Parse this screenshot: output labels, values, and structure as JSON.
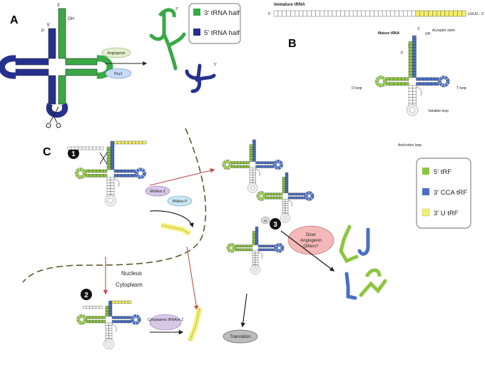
{
  "panels": {
    "a": "A",
    "b": "B",
    "c": "C"
  },
  "colors": {
    "green": "#8cc63f",
    "green_dark": "#3aa846",
    "navy": "#26308f",
    "blue": "#4a6fc4",
    "yellow": "#f5f06a",
    "white": "#ffffff",
    "stroke": "#333333",
    "angiogenin_fill": "#e3f0cc",
    "rny1_fill": "#c9daf8",
    "tRNAseZ_fill": "#d8c8e8",
    "rnaseP_fill": "#c9e6f4",
    "dicer_fill": "#f5b8b8",
    "translation_fill": "#bdbdbd"
  },
  "panel_a": {
    "label_3prime": "3'",
    "label_5prime": "5'",
    "label_oh": "OH",
    "label_p": "P",
    "enzyme_1": "Angiogenin",
    "enzyme_2": "Rny1",
    "legend": [
      {
        "label": "3' tRNA half",
        "color": "#3aa846"
      },
      {
        "label": "5' tRNA half",
        "color": "#26308f"
      }
    ]
  },
  "panel_b": {
    "immature_title": "Immature tRNA",
    "immature_5": "5'",
    "immature_3": "UUUU - 3'",
    "mature_title": "Mature tRNA",
    "label_3prime": "3'",
    "label_5prime": "5'",
    "label_oh": "OH",
    "label_p": "P",
    "acceptor_stem": "Acceptor stem",
    "d_loop": "D loop",
    "t_loop": "T loop",
    "variable_loop": "Variable loop",
    "anticodon_loop": "Anticodon loop"
  },
  "panel_c": {
    "step_1": "1",
    "step_2": "2",
    "step_3": "3",
    "tRNAse_z": "tRNAse Z",
    "rnase_p": "RNAse P",
    "cyto_tRNAse_z": "Cytoplasmic tRNAse Z",
    "nucleus": "Nucleus",
    "cytoplasm": "Cytoplasm",
    "translation": "Translation",
    "aa": "AA",
    "dicer_lines": [
      "Dicer",
      "Angiogenin",
      "Others?"
    ],
    "legend": [
      {
        "label": "5' tRF",
        "color": "#8cc63f"
      },
      {
        "label": "3' CCA tRF",
        "color": "#4a6fc4"
      },
      {
        "label": "3' U tRF",
        "color": "#f5f06a"
      }
    ]
  }
}
